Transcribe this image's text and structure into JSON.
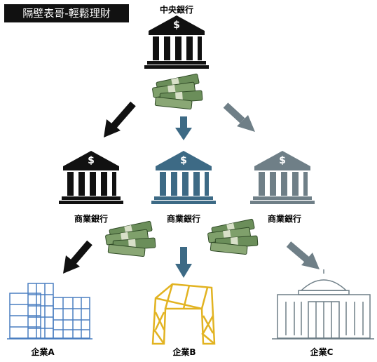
{
  "header": {
    "title": "隔壁表哥-輕鬆理財"
  },
  "nodes": {
    "central_bank": "中央銀行",
    "bank_left": "商業銀行",
    "bank_center": "商業銀行",
    "bank_right": "商業銀行",
    "company_a": "企業A",
    "company_b": "企業B",
    "company_c": "企業C"
  },
  "icons": {
    "central_bank": "bank-icon",
    "commercial_bank": "bank-icon",
    "money": "cash-stack-icon",
    "company_a": "office-building-icon",
    "company_b": "cctv-tower-icon",
    "company_c": "domed-building-icon",
    "arrow": "arrow-icon"
  },
  "colors": {
    "black": "#111111",
    "blue": "#3d6a85",
    "gray": "#6f7f87",
    "gold": "#e2b321",
    "outline_blue": "#4a7fc1"
  }
}
